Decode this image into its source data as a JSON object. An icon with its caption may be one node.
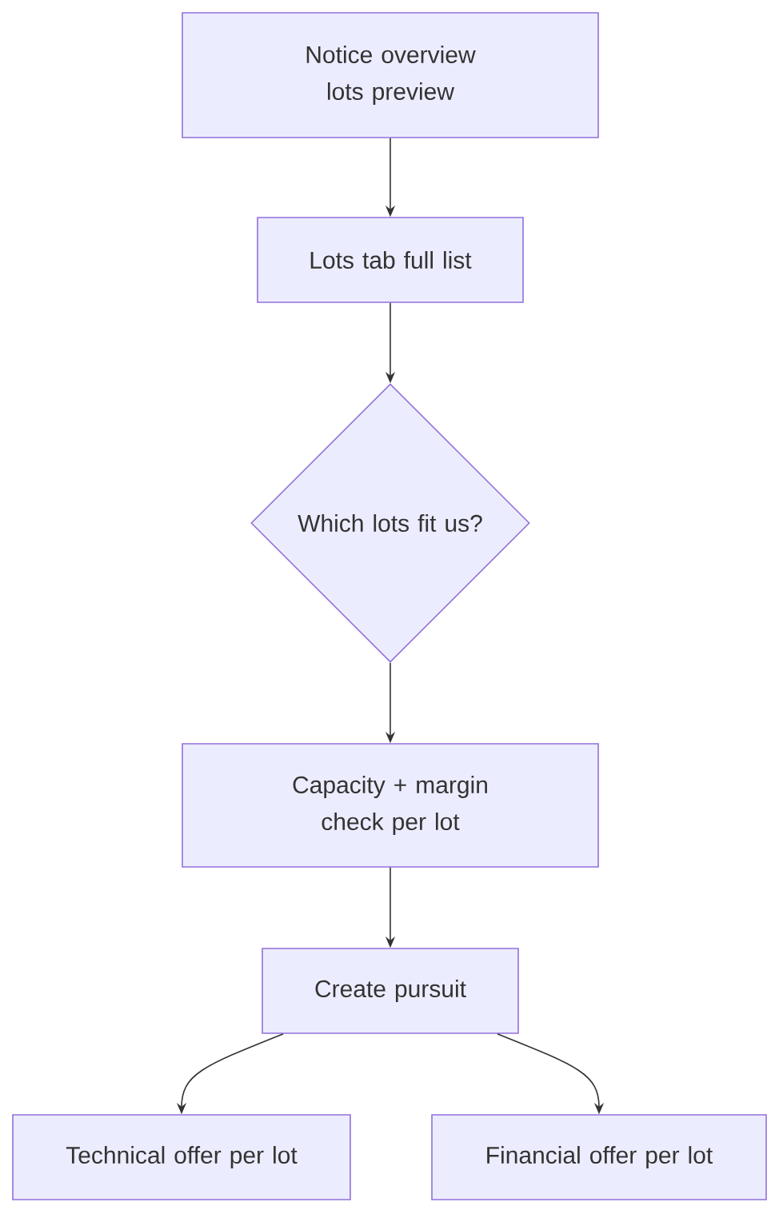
{
  "diagram": {
    "nodes": [
      {
        "text": [
          "Notice overview lots preview"
        ]
      },
      {
        "text": [
          "Lots tab full list"
        ]
      },
      {
        "text": [
          "Which lots fit us?"
        ]
      },
      {
        "text": [
          "Capacity + margin check per lot"
        ]
      },
      {
        "text": [
          "Create pursuit"
        ]
      },
      {
        "text": [
          "Technical offer per lot"
        ]
      },
      {
        "text": [
          "Financial offer per lot"
        ]
      }
    ],
    "edges": [
      {
        "from": 0,
        "to": 1,
        "arrow": "to"
      },
      {
        "from": 1,
        "to": 2,
        "arrow": "to"
      },
      {
        "from": 2,
        "to": 3,
        "arrow": "to"
      },
      {
        "from": 3,
        "to": 4,
        "arrow": "to"
      },
      {
        "from": 4,
        "to": 5,
        "arrow": "to"
      },
      {
        "from": 4,
        "to": 6,
        "arrow": "to"
      }
    ]
  }
}
